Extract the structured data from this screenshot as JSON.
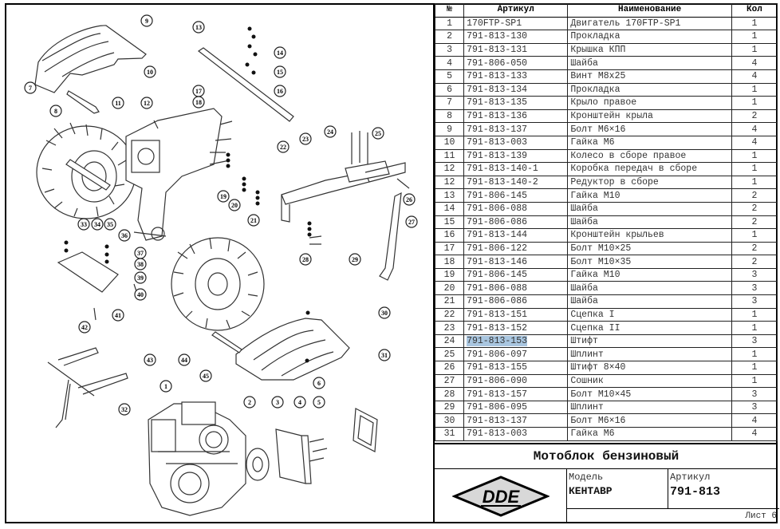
{
  "table": {
    "headers": {
      "num": "№",
      "article": "Артикул",
      "name": "Наименование",
      "qty": "Кол"
    },
    "rows": [
      {
        "num": "1",
        "article": "170FTP-SP1",
        "name": "Двигатель  170FTP-SP1",
        "qty": "1"
      },
      {
        "num": "2",
        "article": "791-813-130",
        "name": "Прокладка",
        "qty": "1"
      },
      {
        "num": "3",
        "article": "791-813-131",
        "name": "Крышка КПП",
        "qty": "1"
      },
      {
        "num": "4",
        "article": "791-806-050",
        "name": "Шайба",
        "qty": "4"
      },
      {
        "num": "5",
        "article": "791-813-133",
        "name": "Винт М8х25",
        "qty": "4"
      },
      {
        "num": "6",
        "article": "791-813-134",
        "name": "Прокладка",
        "qty": "1"
      },
      {
        "num": "7",
        "article": "791-813-135",
        "name": "Крыло правое",
        "qty": "1"
      },
      {
        "num": "8",
        "article": "791-813-136",
        "name": "Кронштейн крыла",
        "qty": "2"
      },
      {
        "num": "9",
        "article": "791-813-137",
        "name": "Болт М6×16",
        "qty": "4"
      },
      {
        "num": "10",
        "article": "791-813-003",
        "name": "Гайка М6",
        "qty": "4"
      },
      {
        "num": "11",
        "article": "791-813-139",
        "name": "Колесо в сборе правое",
        "qty": "1"
      },
      {
        "num": "12",
        "article": "791-813-140-1",
        "name": "Коробка передач в сборе",
        "qty": "1"
      },
      {
        "num": "12",
        "article": "791-813-140-2",
        "name": "Редуктор в сборе",
        "qty": "1"
      },
      {
        "num": "13",
        "article": "791-806-145",
        "name": "Гайка М10",
        "qty": "2"
      },
      {
        "num": "14",
        "article": "791-806-088",
        "name": "Шайба",
        "qty": "2"
      },
      {
        "num": "15",
        "article": "791-806-086",
        "name": "Шайба",
        "qty": "2"
      },
      {
        "num": "16",
        "article": "791-813-144",
        "name": "Кронштейн крыльев",
        "qty": "1"
      },
      {
        "num": "17",
        "article": "791-806-122",
        "name": "Болт М10×25",
        "qty": "2"
      },
      {
        "num": "18",
        "article": "791-813-146",
        "name": "Болт М10×35",
        "qty": "2"
      },
      {
        "num": "19",
        "article": "791-806-145",
        "name": "Гайка М10",
        "qty": "3"
      },
      {
        "num": "20",
        "article": "791-806-088",
        "name": "Шайба",
        "qty": "3"
      },
      {
        "num": "21",
        "article": "791-806-086",
        "name": "Шайба",
        "qty": "3"
      },
      {
        "num": "22",
        "article": "791-813-151",
        "name": "Сцепка I",
        "qty": "1"
      },
      {
        "num": "23",
        "article": "791-813-152",
        "name": "Сцепка II",
        "qty": "1"
      },
      {
        "num": "24",
        "article": "791-813-153",
        "name": "Штифт",
        "qty": "3",
        "highlight": true
      },
      {
        "num": "25",
        "article": "791-806-097",
        "name": "Шплинт",
        "qty": "1"
      },
      {
        "num": "26",
        "article": "791-813-155",
        "name": "Штифт 8×40",
        "qty": "1"
      },
      {
        "num": "27",
        "article": "791-806-090",
        "name": "Сошник",
        "qty": "1"
      },
      {
        "num": "28",
        "article": "791-813-157",
        "name": "Болт М10×45",
        "qty": "3"
      },
      {
        "num": "29",
        "article": "791-806-095",
        "name": "Шплинт",
        "qty": "3"
      },
      {
        "num": "30",
        "article": "791-813-137",
        "name": "Болт М6×16",
        "qty": "4"
      },
      {
        "num": "31",
        "article": "791-813-003",
        "name": "Гайка М6",
        "qty": "4"
      }
    ]
  },
  "title_block": {
    "title": "Мотоблок бензиновый",
    "logo_text": "DDE",
    "model_label": "Модель",
    "model_value": "КЕНТАВР",
    "article_label": "Артикул",
    "article_value": "791-813",
    "sheet": "Лист 6"
  },
  "diagram": {
    "callouts": [
      "1",
      "2",
      "3",
      "4",
      "5",
      "6",
      "7",
      "8",
      "9",
      "10",
      "11",
      "12",
      "13",
      "14",
      "15",
      "16",
      "17",
      "18",
      "19",
      "20",
      "21",
      "22",
      "23",
      "24",
      "25",
      "26",
      "27",
      "28",
      "29",
      "30",
      "31",
      "32",
      "33",
      "34",
      "35",
      "36",
      "37",
      "38",
      "39",
      "40",
      "41",
      "42",
      "43",
      "44",
      "45"
    ]
  },
  "colors": {
    "selection": "#a9c6e0",
    "border": "#000000",
    "logo_fill": "#d8d8d8"
  }
}
